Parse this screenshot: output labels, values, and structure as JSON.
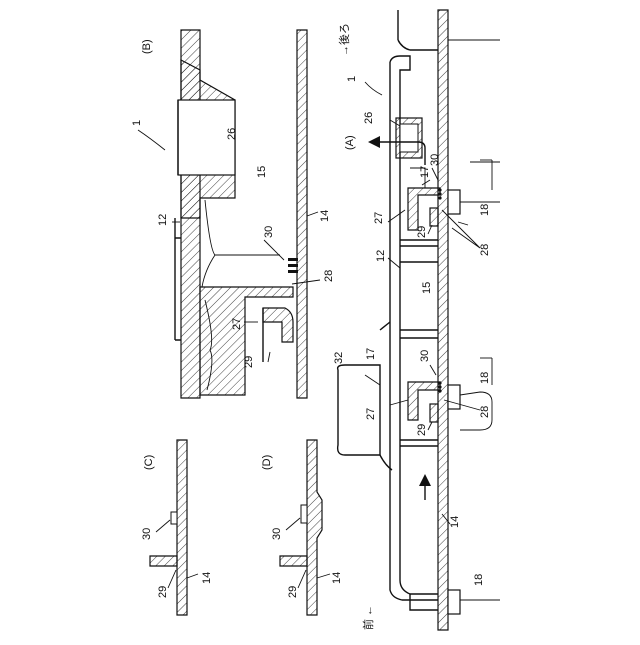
{
  "figure": {
    "panels": {
      "A": "(A)",
      "B": "(B)",
      "C": "(C)",
      "D": "(D)"
    },
    "direction": {
      "rear": "→後ろ",
      "front": "前 ←"
    },
    "labels_B": {
      "ref1": "1",
      "n26": "26",
      "n15": "15",
      "n12": "12",
      "n14": "14",
      "n30": "30",
      "n28": "28",
      "n27": "27",
      "n29": "29"
    },
    "labels_A": {
      "ref1": "1",
      "n26": "26",
      "n30a": "30",
      "n17a": "17",
      "n18a": "18",
      "n27a": "27",
      "n29a": "29",
      "n28a": "28",
      "n12": "12",
      "n15": "15",
      "n32": "32",
      "n17b": "17",
      "n30b": "30",
      "n18b": "18",
      "n27b": "27",
      "n29b": "29",
      "n28b": "28",
      "n14": "14",
      "n18c": "18"
    },
    "labels_C": {
      "n30": "30",
      "n29": "29",
      "n14": "14"
    },
    "labels_D": {
      "n30": "30",
      "n29": "29",
      "n14": "14"
    }
  }
}
